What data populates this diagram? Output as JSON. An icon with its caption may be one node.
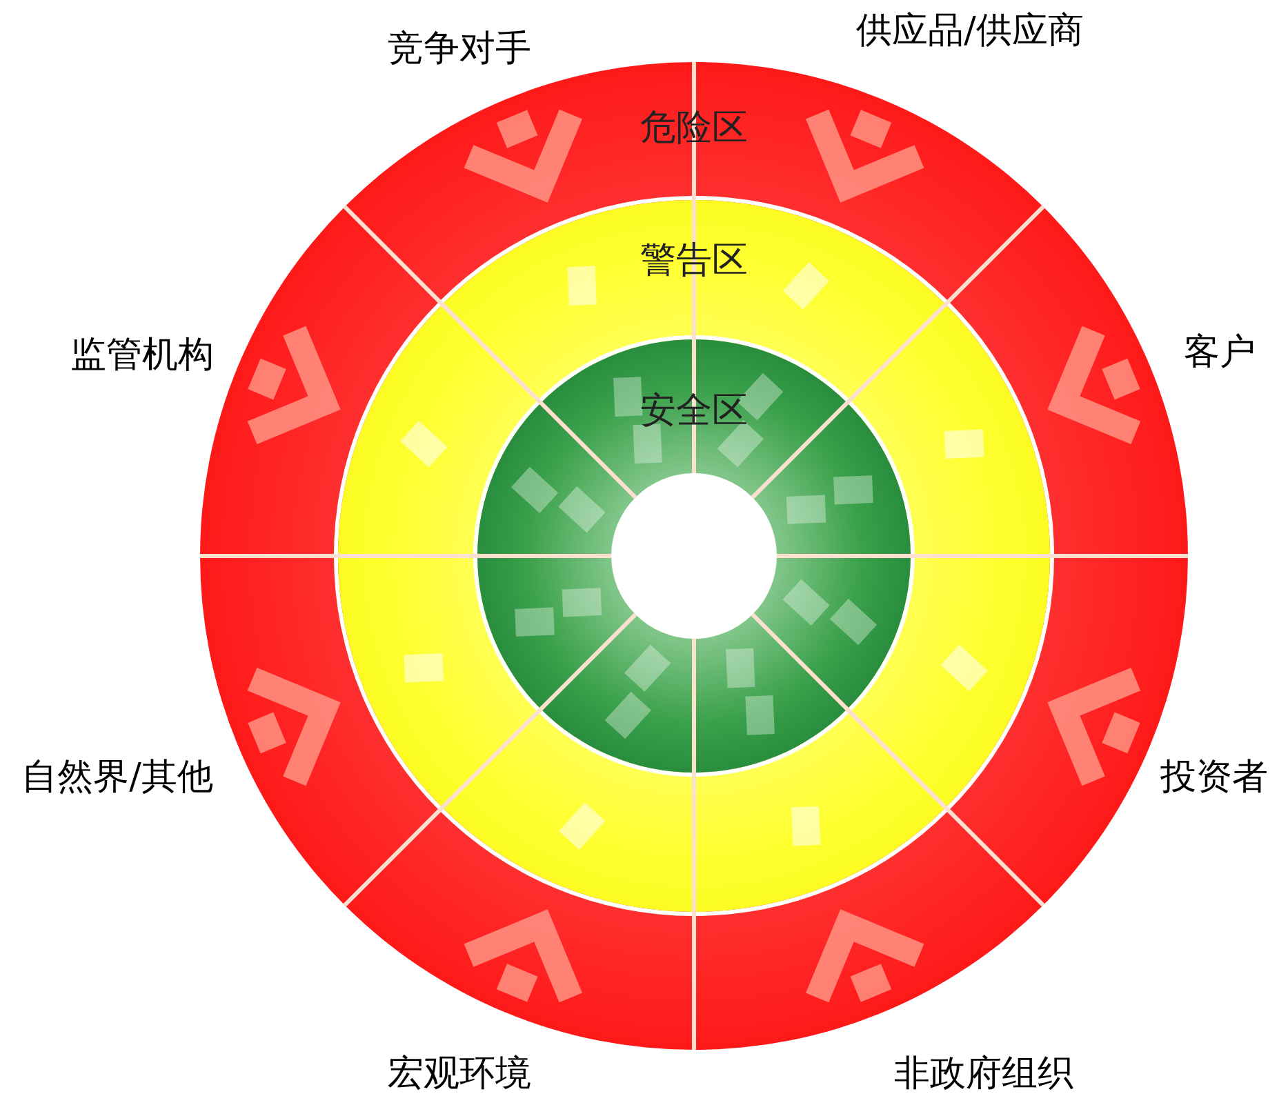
{
  "diagram": {
    "nodes": [
      {
        "text": [
          "危险区"
        ]
      },
      {
        "text": [
          "警告区"
        ],
        "in": 0
      },
      {
        "text": [
          "安全区"
        ],
        "in": 1
      }
    ],
    "labels": [
      "竞争对手",
      "供应品/供应商",
      "监管机构",
      "客户",
      "自然界/其他",
      "投资者",
      "宏观环境",
      "非政府组织"
    ]
  }
}
